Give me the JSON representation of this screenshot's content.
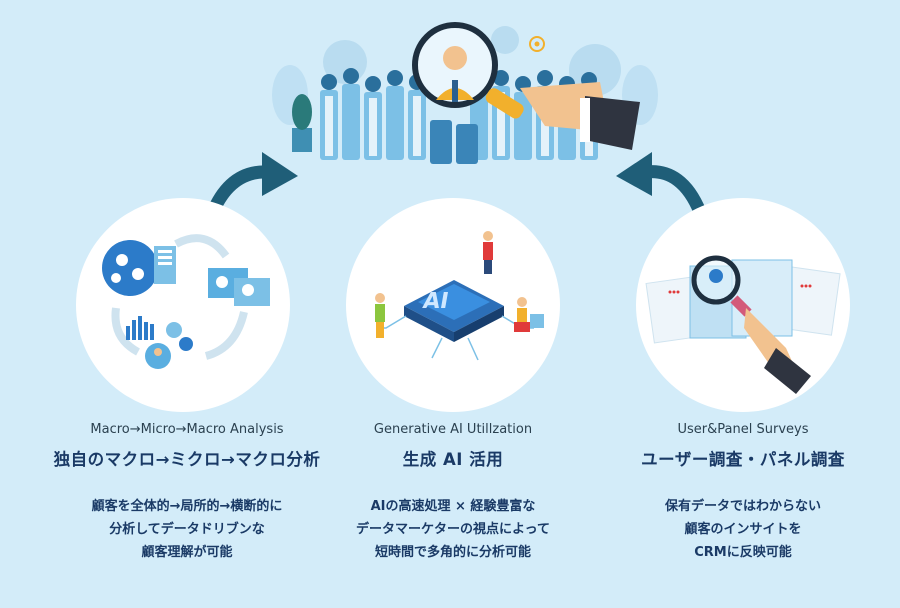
{
  "colors": {
    "background": "#d3ecf9",
    "arrow": "#1f5e78",
    "text": "#1a3a66",
    "subtext": "#2b4150",
    "accent": "#2c7bc9"
  },
  "icons": {
    "top": "crowd-with-magnifier-illustration",
    "left": "macro-micro-analysis-illustration",
    "middle": "ai-chip-illustration",
    "right": "survey-magnifier-illustration"
  },
  "columns": [
    {
      "subtitle": "Macro→Micro→Macro Analysis",
      "title": "独自のマクロ→ミクロ→マクロ分析",
      "lines": [
        "顧客を全体的→局所的→横断的に",
        "分析してデータドリブンな",
        "顧客理解が可能"
      ]
    },
    {
      "subtitle": "Generative AI Utillzation",
      "title": "生成 AI 活用",
      "lines": [
        "AIの高速処理 × 経験豊富な",
        "データマーケターの視点によって",
        "短時間で多角的に分析可能"
      ]
    },
    {
      "subtitle": "User&Panel Surveys",
      "title": "ユーザー調査・パネル調査",
      "lines": [
        "保有データではわからない",
        "顧客のインサイトを",
        "CRMに反映可能"
      ]
    }
  ]
}
